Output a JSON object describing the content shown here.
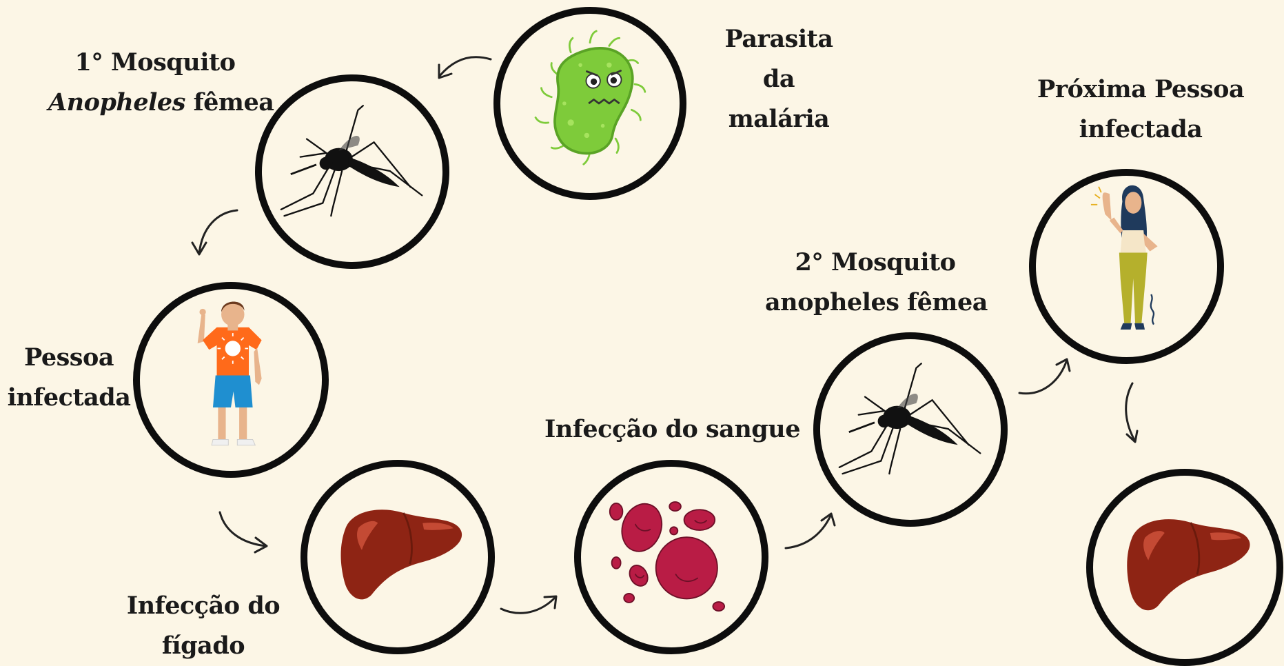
{
  "colors": {
    "background": "#fcf6e6",
    "circle_border": "#0d0d0d",
    "liver": "#8e2414",
    "blood_cell": "#b91c45",
    "parasite": "#7ecb3a"
  },
  "stages": {
    "parasite": {
      "line1": "Parasita",
      "line2": "da",
      "line3": "malária",
      "icon": "parasite-icon"
    },
    "mosquito1": {
      "line1": "1° Mosquito",
      "line2_italic": "Anopheles",
      "line2_rest": " fêmea",
      "icon": "mosquito-icon"
    },
    "person": {
      "line1": "Pessoa",
      "line2": "infectada",
      "icon": "boy-icon"
    },
    "liver": {
      "line1": "Infecção do",
      "line2": "fígado",
      "icon": "liver-icon"
    },
    "blood": {
      "line1": "Infecção do sangue",
      "icon": "blood-cells-icon"
    },
    "mosquito2": {
      "line1": "2° Mosquito",
      "line2": "anopheles fêmea",
      "icon": "mosquito-icon"
    },
    "next_person": {
      "line1": "Próxima Pessoa",
      "line2": "infectada",
      "icon": "woman-icon"
    },
    "next_liver": {
      "icon": "liver-icon"
    }
  }
}
